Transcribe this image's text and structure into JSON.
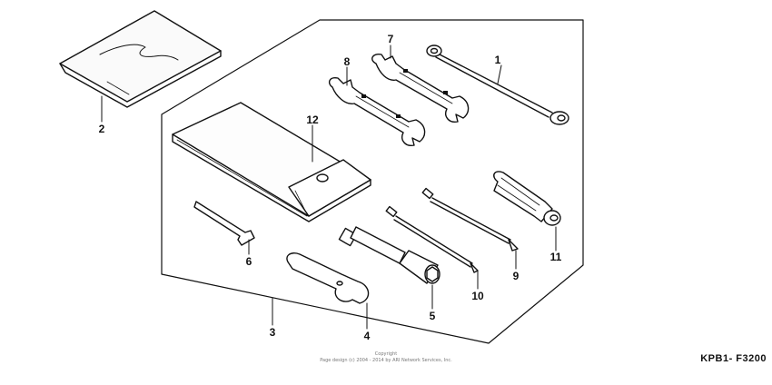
{
  "callouts": {
    "c1": "1",
    "c2": "2",
    "c3": "3",
    "c4": "4",
    "c5": "5",
    "c6": "6",
    "c7": "7",
    "c8": "8",
    "c9": "9",
    "c10": "10",
    "c11": "11",
    "c12": "12"
  },
  "copyright": {
    "line1": "Copyright",
    "line2": "Page design (c) 2004 - 2014 by ARI Network Services, Inc."
  },
  "diagram_code": "KPB1- F3200"
}
